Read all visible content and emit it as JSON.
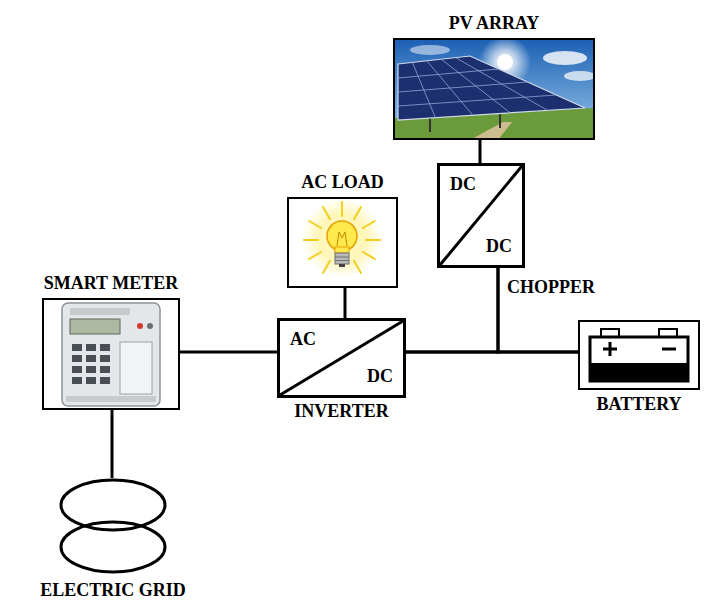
{
  "diagram": {
    "nodes": [
      {
        "text": [
          "PV ARRAY"
        ]
      },
      {
        "text": [
          "DC",
          "DC",
          "CHOPPER"
        ]
      },
      {
        "text": [
          "AC LOAD"
        ]
      },
      {
        "text": [
          "SMART METER"
        ]
      },
      {
        "text": [
          "AC",
          "DC",
          "INVERTER"
        ]
      },
      {
        "text": [
          "BATTERY"
        ]
      },
      {
        "text": [
          "ELECTRIC GRID"
        ]
      }
    ],
    "edges": [
      {
        "from": 0,
        "to": 1,
        "arrow": "none"
      },
      {
        "from": 1,
        "to": 4,
        "arrow": "none"
      },
      {
        "from": 1,
        "to": 5,
        "arrow": "none"
      },
      {
        "from": 4,
        "to": 5,
        "arrow": "none"
      },
      {
        "from": 2,
        "to": 4,
        "arrow": "none"
      },
      {
        "from": 3,
        "to": 4,
        "arrow": "none"
      },
      {
        "from": 3,
        "to": 6,
        "arrow": "none"
      }
    ]
  }
}
